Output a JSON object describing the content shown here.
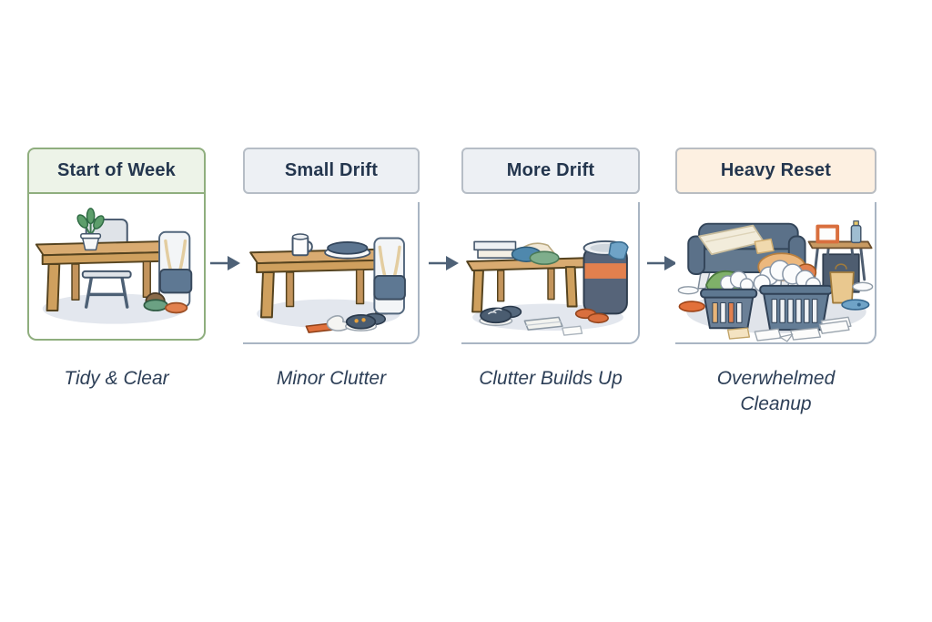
{
  "diagram": {
    "title": "Weekly clutter drift sequence",
    "background": "#ffffff"
  },
  "stages": [
    {
      "header": "Start of Week",
      "caption": "Tidy & Clear",
      "scene": "tidy-desk",
      "header_bg": "#edf3e8",
      "header_border": "#8fae7e"
    },
    {
      "header": "Small Drift",
      "caption": "Minor Clutter",
      "scene": "desk-small-clutter",
      "header_bg": "#edf0f4",
      "header_border": "#b6bdc6"
    },
    {
      "header": "More Drift",
      "caption": "Clutter Builds Up",
      "scene": "table-piled-clutter",
      "header_bg": "#edf0f4",
      "header_border": "#b6bdc6"
    },
    {
      "header": "Heavy Reset",
      "caption": "Overwhelmed Cleanup",
      "scene": "living-room-mess",
      "header_bg": "#fdf0e1",
      "header_border": "#b9bdc2"
    }
  ],
  "arrows": {
    "count": 3,
    "direction": "right",
    "color": "#4e6177"
  },
  "colors": {
    "heading_text": "#24364e",
    "caption_text": "#2d3f57",
    "green_accent": "#8fae7e",
    "panel_edge": "#a9b5c3",
    "wood": "#d9ab71",
    "slate_blue": "#5b7189",
    "shadow": "#e3e7ee"
  }
}
